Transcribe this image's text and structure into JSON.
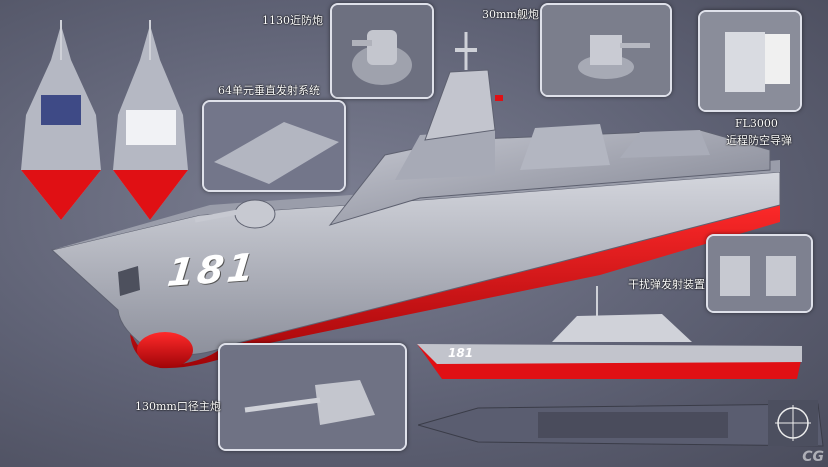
{
  "hull_number": "181",
  "labels": {
    "close_in_gun": "1130近防炮",
    "naval_gun_30mm": "30mm舰炮",
    "vls_64": "64单元垂直发射系统",
    "fl3000_line1": "FL3000",
    "fl3000_line2": "近程防空导弹",
    "decoy_launcher": "干扰弹发射装置",
    "main_gun_130": "130mm口径主炮"
  },
  "watermark": "CG",
  "colors": {
    "hull_grey": "#b9bcc6",
    "hull_red": "#e01014",
    "background": "#666979",
    "inset_border": "#dfe1ea"
  }
}
